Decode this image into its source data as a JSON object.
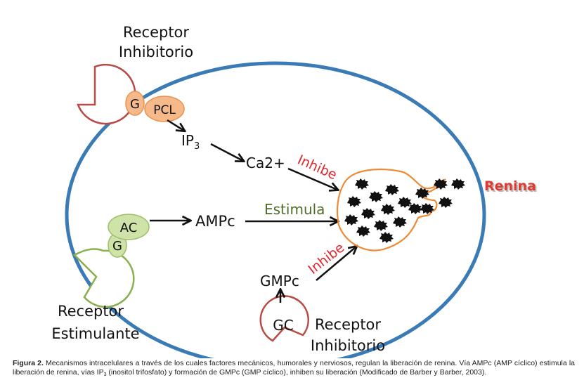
{
  "diagram": {
    "receptor_top": {
      "line1": "Receptor",
      "line2": "Inhibitorio"
    },
    "receptor_left": {
      "line1": "Receptor",
      "line2": "Estimulante"
    },
    "receptor_bottom": {
      "line1": "Receptor",
      "line2": "Inhibitorio"
    },
    "g_protein_top": "G",
    "pcl": "PCL",
    "ip3_main": "IP",
    "ip3_sub": "3",
    "ca": "Ca2+",
    "inhibe_top": "Inhibe",
    "ac": "AC",
    "g_protein_left": "G",
    "ampc": "AMPc",
    "estimula": "Estimula",
    "gc": "GC",
    "gmpc": "GMPc",
    "inhibe_bottom": "Inhibe",
    "renina": "Renina",
    "colors": {
      "membrane": "#3a7bb5",
      "inhibitory_receptor": "#b84a45",
      "stimulatory_receptor": "#8aaf4e",
      "orange_fill": "#f6b98a",
      "orange_stroke": "#e8924f",
      "green_fill": "#cfe3a9",
      "green_stroke": "#9cbf68",
      "cell_outline": "#ee8a35",
      "inhibe": "#e0282c",
      "estimula": "#4e6b2a",
      "renina": "#e03b2f"
    }
  },
  "caption": {
    "figure_label": "Figura 2.",
    "text_part1": " Mecanismos intracelulares a través de los cuales factores mecánicos, humorales y nerviosos, regulan la liberación de renina. Vía AMPc (AMP cíclico) estimula la liberación de renina, vías IP",
    "text_sub": "3",
    "text_part2": " (inositol trifosfato) y formación de GMPc (GMP cíclico), inhiben su liberación (Modificado de Barber y Barber, 2003)."
  }
}
